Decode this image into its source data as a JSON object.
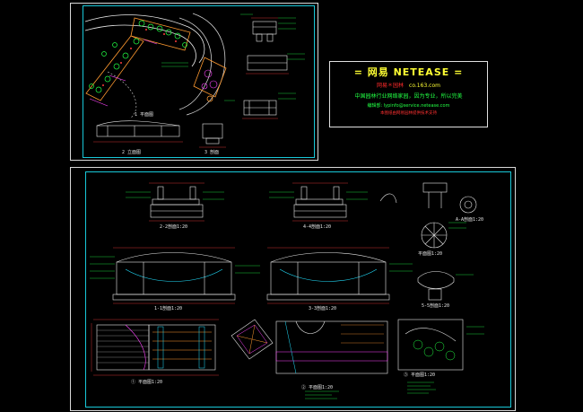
{
  "banner": {
    "title": "= 网易  NETEASE =",
    "site_label": "网易＊园林",
    "site_url": "co.163.com",
    "slogan": "中国园林行业网络家园，因为专业，所以完美",
    "editor_line": "编辑部: lypinfo@service.netease.com",
    "notice": "本图纸由网易园林提供技术支持"
  },
  "captions": {
    "sheet1_a": "1 平面图",
    "sheet1_b": "2 立面图",
    "sheet1_c": "3 剖面",
    "sec_2": "2-2剖面1:20",
    "sec_4": "4-4剖面1:20",
    "sec_1": "1-1剖面1:20",
    "sec_3": "3-3剖面1:20",
    "sec_5": "5-5剖面1:20",
    "detail_a": "A-A剖面1:20",
    "plan_left": "① 平面图1:20",
    "plan_mid": "② 平面图1:20",
    "plan_right": "③ 平面图1:20",
    "plan_circle": "平面图1:20"
  },
  "colors": {
    "frame": "#d8d8d8",
    "inner_frame": "#18c8d8",
    "dim": "#ff3b3b",
    "outline": "#e8e8e8",
    "green": "#22ff44",
    "magenta": "#ff44ff",
    "yellow": "#ffff33",
    "cyan": "#22e0ff",
    "orange": "#ff9a30"
  }
}
